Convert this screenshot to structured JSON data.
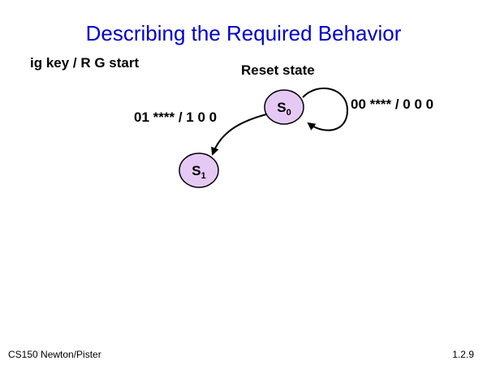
{
  "slide": {
    "title": "Describing the Required Behavior",
    "io_legend": "ig key / R G start",
    "footer_left": "CS150 Newton/Pister",
    "footer_right": "1.2.9"
  },
  "diagram": {
    "reset_label": "Reset state",
    "states": [
      {
        "name": "S",
        "sub": "0"
      },
      {
        "name": "S",
        "sub": "1"
      }
    ],
    "transitions": [
      {
        "label": "00 **** / 0 0 0"
      },
      {
        "label": "01 **** / 1 0 0"
      }
    ],
    "colors": {
      "title": "#0000cc",
      "state_fill": "#e6c8f5",
      "stroke": "#000000"
    }
  }
}
